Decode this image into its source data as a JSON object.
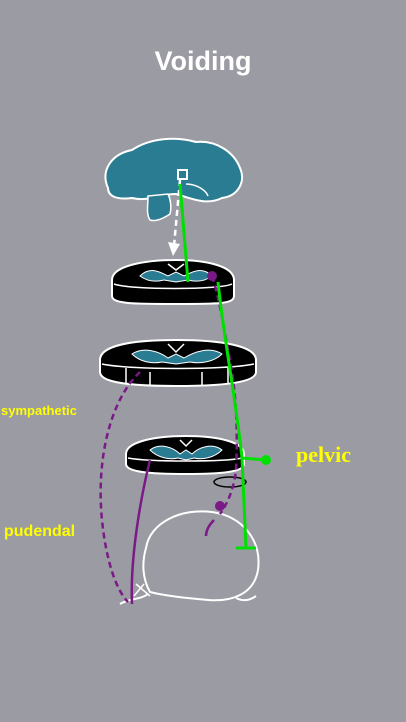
{
  "title": "Voiding",
  "labels": {
    "sympathetic": "sympathetic",
    "pudendal": "pudendal",
    "pelvic": "pelvic"
  },
  "colors": {
    "background": "#9b9ba3",
    "brain": "#2a7c92",
    "outline": "#ffffff",
    "section_fill": "#000000",
    "pelvic_nerve": "#00e000",
    "sympathetic_pudendal_nerves": "#7a1a86",
    "label_text": "#ffff00"
  },
  "elements": {
    "brain": "brain",
    "brainstem_arrow": "descending dashed arrow",
    "cord_sections": [
      "upper cord section",
      "middle cord section",
      "lower cord section"
    ],
    "bladder": "bladder",
    "ganglion": "ganglion"
  }
}
